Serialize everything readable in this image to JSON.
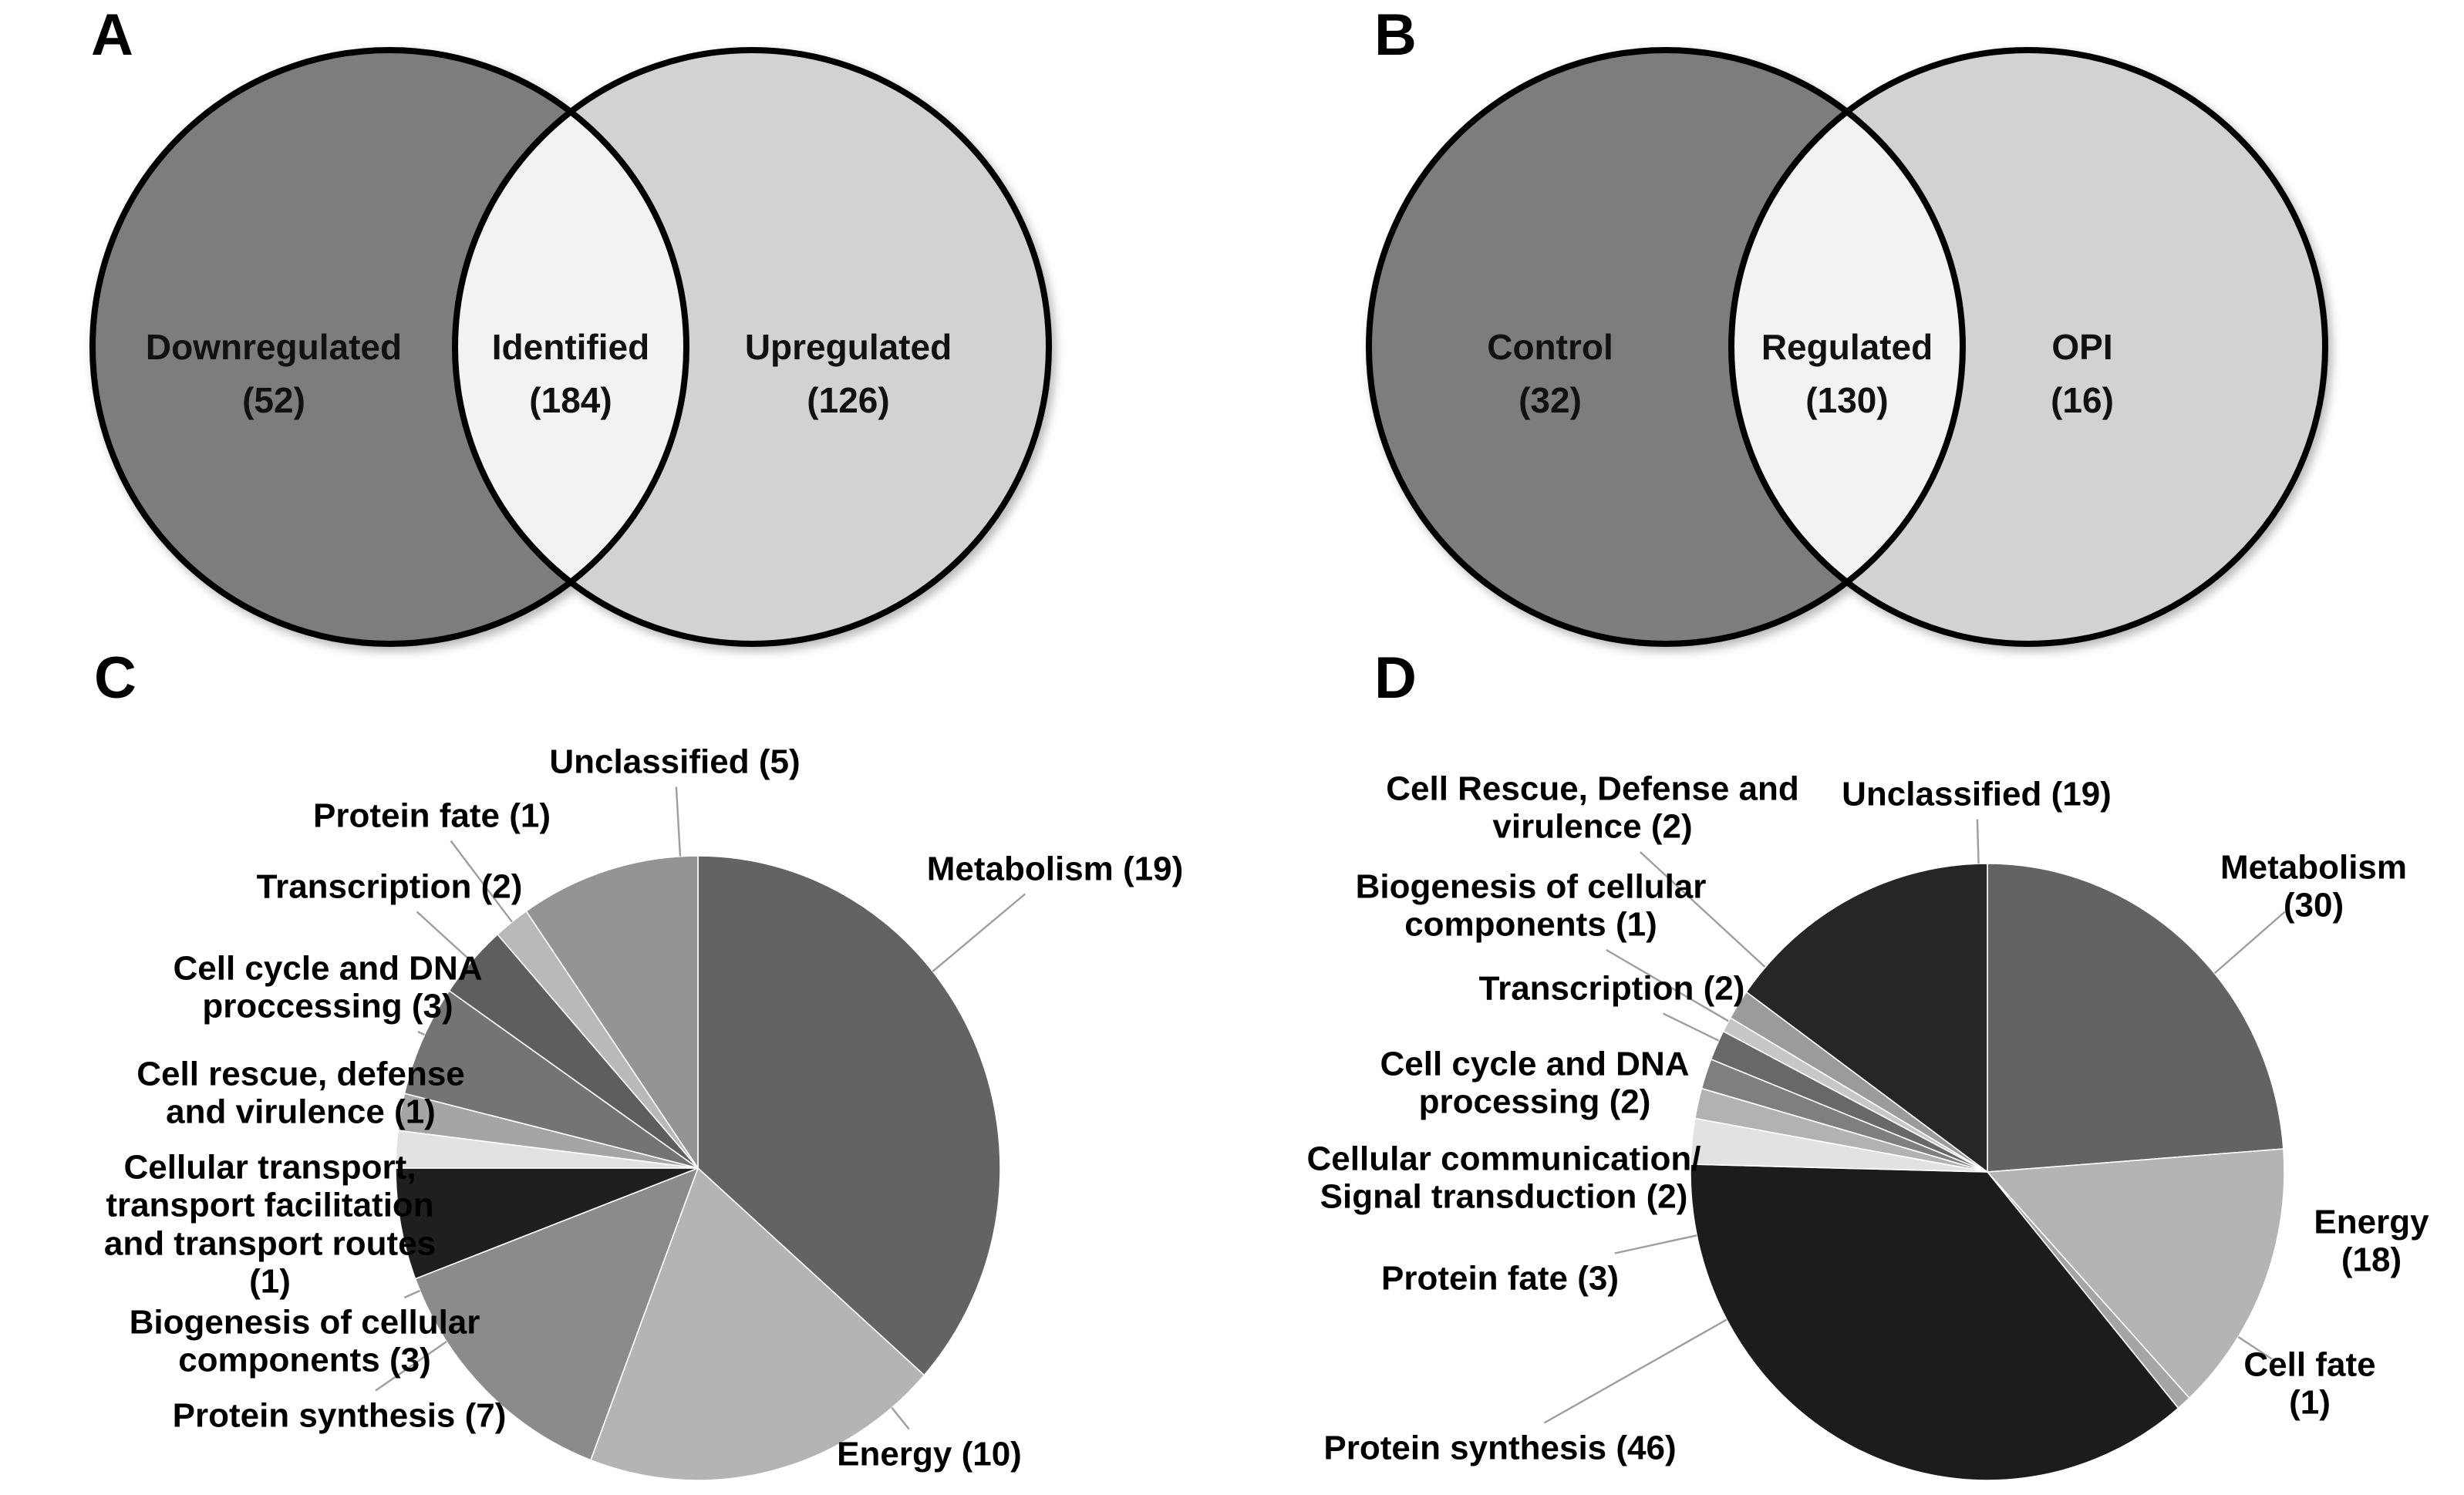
{
  "figure": {
    "background": "#ffffff",
    "text_color": "#000000",
    "leader_line_color": "#9e9e9e"
  },
  "panels": {
    "A": {
      "letter": "A",
      "outline_color": "#000000",
      "sets": [
        {
          "region": "left-only",
          "label": "Downregulated",
          "count": "(52)",
          "value": 52,
          "color": "#7d7d7d"
        },
        {
          "region": "intersection",
          "label": "Identified",
          "count": "(184)",
          "value": 184,
          "color": "#f2f2f2"
        },
        {
          "region": "right-only",
          "label": "Upregulated",
          "count": "(126)",
          "value": 126,
          "color": "#d2d2d2"
        }
      ]
    },
    "B": {
      "letter": "B",
      "outline_color": "#000000",
      "sets": [
        {
          "region": "left-only",
          "label": "Control",
          "count": "(32)",
          "value": 32,
          "color": "#7d7d7d"
        },
        {
          "region": "intersection",
          "label": "Regulated",
          "count": "(130)",
          "value": 130,
          "color": "#f2f2f2"
        },
        {
          "region": "right-only",
          "label": "OPI",
          "count": "(16)",
          "value": 16,
          "color": "#d2d2d2"
        }
      ]
    },
    "C": {
      "letter": "C",
      "total": 52,
      "slices": [
        {
          "name": "Metabolism",
          "value": 19,
          "color": "#636363",
          "display": "Metabolism (19)"
        },
        {
          "name": "Energy",
          "value": 10,
          "color": "#b4b4b4",
          "display": "Energy (10)"
        },
        {
          "name": "Protein synthesis",
          "value": 7,
          "color": "#8b8b8b",
          "display": "Protein synthesis (7)"
        },
        {
          "name": "Biogenesis of cellular components",
          "value": 3,
          "color": "#1f1f1f",
          "display": "Biogenesis of cellular\ncomponents (3)"
        },
        {
          "name": "Cellular transport, transport facilitation and transport routes",
          "value": 1,
          "color": "#e2e2e2",
          "display": "Cellular  transport,\ntransport facilitation\nand transport routes\n(1)"
        },
        {
          "name": "Cell rescue, defense and virulence",
          "value": 1,
          "color": "#a5a5a5",
          "display": "Cell rescue, defense\nand virulence (1)"
        },
        {
          "name": "Cell cycle and DNA proccessing",
          "value": 3,
          "color": "#747474",
          "display": "Cell cycle and DNA\nproccessing (3)"
        },
        {
          "name": "Transcription",
          "value": 2,
          "color": "#5e5e5e",
          "display": "Transcription (2)"
        },
        {
          "name": "Protein fate",
          "value": 1,
          "color": "#b9b9b9",
          "display": "Protein fate (1)"
        },
        {
          "name": "Unclassified",
          "value": 5,
          "color": "#949494",
          "display": "Unclassified (5)"
        }
      ]
    },
    "D": {
      "letter": "D",
      "total": 126,
      "slices": [
        {
          "name": "Metabolism",
          "value": 30,
          "color": "#636363",
          "display": "Metabolism (30)"
        },
        {
          "name": "Energy",
          "value": 18,
          "color": "#b4b4b4",
          "display": "Energy (18)"
        },
        {
          "name": "Cell fate",
          "value": 1,
          "color": "#a5a5a5",
          "display": "Cell fate (1)"
        },
        {
          "name": "Protein synthesis",
          "value": 46,
          "color": "#1c1c1c",
          "display": "Protein synthesis (46)"
        },
        {
          "name": "Protein fate",
          "value": 3,
          "color": "#e2e2e2",
          "display": "Protein fate (3)"
        },
        {
          "name": "Cellular communication/Signal transduction",
          "value": 2,
          "color": "#b2b2b2",
          "display": "Cellular communication/\nSignal transduction (2)"
        },
        {
          "name": "Cell cycle and DNA processing",
          "value": 2,
          "color": "#7f7f7f",
          "display": "Cell cycle and DNA\nprocessing (2)"
        },
        {
          "name": "Transcription",
          "value": 2,
          "color": "#686868",
          "display": "Transcription (2)"
        },
        {
          "name": "Biogenesis of cellular components",
          "value": 1,
          "color": "#c7c7c7",
          "display": "Biogenesis of cellular\ncomponents (1)"
        },
        {
          "name": "Cell Rescue, Defense and virulence",
          "value": 2,
          "color": "#9b9b9b",
          "display": "Cell Rescue, Defense and\nvirulence (2)"
        },
        {
          "name": "Unclassified",
          "value": 19,
          "color": "#262626",
          "display": "Unclassified (19)"
        }
      ]
    }
  },
  "chart_data": [
    {
      "type": "venn",
      "title": "A",
      "sets": [
        {
          "label": "Downregulated",
          "value": 52
        },
        {
          "label": "Identified (intersection)",
          "value": 184
        },
        {
          "label": "Upregulated",
          "value": 126
        }
      ]
    },
    {
      "type": "venn",
      "title": "B",
      "sets": [
        {
          "label": "Control",
          "value": 32
        },
        {
          "label": "Regulated (intersection)",
          "value": 130
        },
        {
          "label": "OPI",
          "value": 16
        }
      ]
    },
    {
      "type": "pie",
      "title": "C",
      "categories": [
        "Metabolism",
        "Energy",
        "Protein synthesis",
        "Biogenesis of cellular components",
        "Cellular transport, transport facilitation and transport routes",
        "Cell rescue, defense and virulence",
        "Cell cycle and DNA proccessing",
        "Transcription",
        "Protein fate",
        "Unclassified"
      ],
      "values": [
        19,
        10,
        7,
        3,
        1,
        1,
        3,
        2,
        1,
        5
      ],
      "start_angle_deg": 0,
      "direction": "clockwise",
      "legend_position": "outside-labels-with-leader-lines"
    },
    {
      "type": "pie",
      "title": "D",
      "categories": [
        "Metabolism",
        "Energy",
        "Cell fate",
        "Protein synthesis",
        "Protein fate",
        "Cellular communication/Signal transduction",
        "Cell cycle and DNA processing",
        "Transcription",
        "Biogenesis of cellular components",
        "Cell Rescue, Defense and virulence",
        "Unclassified"
      ],
      "values": [
        30,
        18,
        1,
        46,
        3,
        2,
        2,
        2,
        1,
        2,
        19
      ],
      "start_angle_deg": 0,
      "direction": "clockwise",
      "legend_position": "outside-labels-with-leader-lines"
    }
  ]
}
